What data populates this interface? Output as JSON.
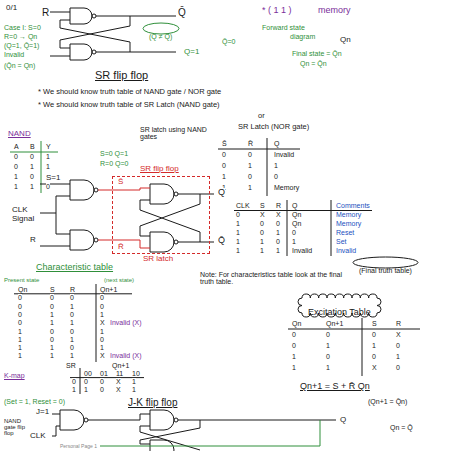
{
  "diagram": {
    "title": "SR flip flop",
    "nodes": [
      {
        "text": [
          "(Q ≠ Q̄)"
        ]
      },
      {
        "text": [
          "SR latch"
        ]
      },
      {
        "text": [
          "(Final truth table)"
        ]
      },
      {
        "text": [
          "Excitation Table"
        ]
      }
    ],
    "labels": [
      "0/1",
      "R",
      "Q̄",
      "* ( 1 1 )",
      "memory",
      "Case I: S=0",
      "R=0 → Qn",
      "(Q=1, Q̄=1)",
      "Invalid",
      "(Q̄n = Qn)",
      "Q=1",
      "Q̄=0",
      "Forward state",
      "diagram",
      "Qn",
      "Final state = Q̄n",
      "Qn = Q̄n",
      "* We should know truth table of NAND gate / NOR gate",
      "* We should know truth table of SR Latch (NAND gate)",
      "or",
      "SR Latch (NOR gate)",
      "NAND",
      "A",
      "B",
      "Y",
      "0",
      "0",
      "1",
      "0",
      "1",
      "1",
      "1",
      "0",
      "1",
      "1",
      "1",
      "0",
      "SR latch using NAND gates",
      "S=0 Q=1",
      "R=0 Q=0",
      "S̄",
      "R̄",
      "Q",
      "0",
      "0",
      "Invalid",
      "0",
      "1",
      "1",
      "1",
      "0",
      "0",
      "1",
      "1",
      "Memory",
      "SR flip flop",
      "S=1",
      "CLK",
      "Signal",
      "R",
      "S̄",
      "R̄",
      "Q",
      "Q̄",
      "CLK",
      "S",
      "R",
      "Q",
      "Comments",
      "0",
      "X",
      "X",
      "Qn",
      "Memory",
      "1",
      "0",
      "0",
      "Qn",
      "Memory",
      "1",
      "0",
      "1",
      "0",
      "Reset",
      "1",
      "1",
      "0",
      "1",
      "Set",
      "1",
      "1",
      "1",
      "Invalid",
      "Invalid",
      "Characteristic table",
      "Present state",
      "(next state)",
      "Qn",
      "S",
      "R",
      "Qn+1",
      "0",
      "0",
      "0",
      "0",
      "0",
      "0",
      "1",
      "0",
      "0",
      "1",
      "0",
      "1",
      "0",
      "1",
      "1",
      "X",
      "1",
      "0",
      "0",
      "1",
      "1",
      "0",
      "1",
      "0",
      "1",
      "1",
      "0",
      "1",
      "1",
      "1",
      "1",
      "X",
      "Invalid (X)",
      "Invalid (X)",
      "Note: For characteristics table look at the final truth table.",
      "Qn",
      "Qn+1",
      "S",
      "R",
      "0",
      "0",
      "0",
      "X",
      "0",
      "1",
      "1",
      "0",
      "1",
      "0",
      "0",
      "1",
      "1",
      "1",
      "X",
      "0",
      "Qn+1 = S + R̄ Qn",
      "K-map",
      "SR",
      "Qn+1",
      "00",
      "01",
      "11",
      "10",
      "0",
      "0",
      "X",
      "1",
      "1",
      "0",
      "X",
      "1",
      "0",
      "1",
      "(Set = 1, Reset = 0)",
      "J-K flip flop",
      "NAND gate flip flop",
      "J=1",
      "CLK",
      "Q",
      "(Qn+1 = Q̄n)",
      "Qn = Q̄",
      "Personal Page 1"
    ]
  }
}
